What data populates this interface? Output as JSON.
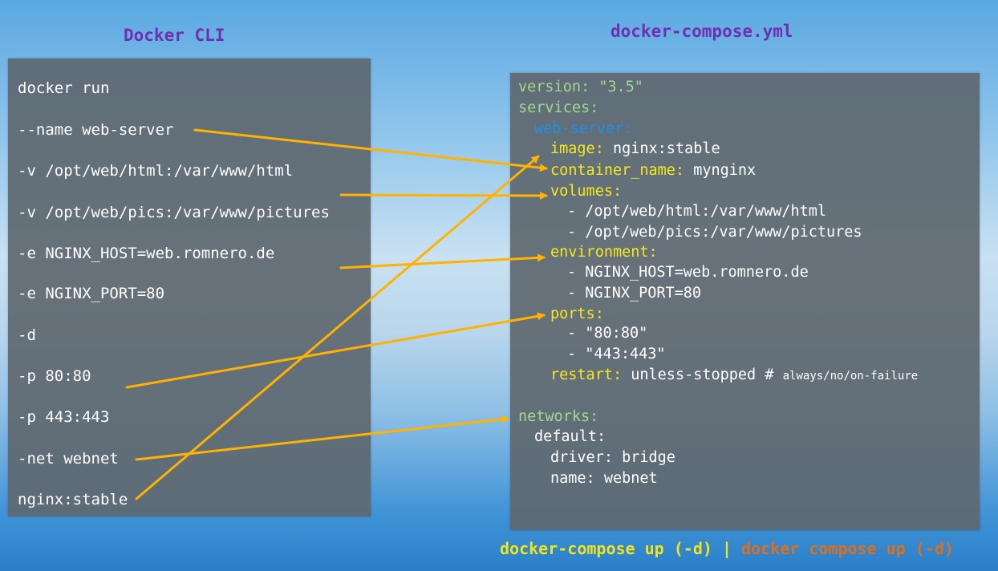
{
  "headings": {
    "cli": "Docker CLI",
    "compose": "docker-compose.yml"
  },
  "cli_lines": [
    "docker run",
    "--name web-server",
    "-v /opt/web/html:/var/www/html",
    "-v /opt/web/pics:/var/www/pictures",
    "-e NGINX_HOST=web.romnero.de",
    "-e NGINX_PORT=80",
    "-d",
    "-p 80:80",
    "-p 443:443",
    "-net webnet",
    "nginx:stable"
  ],
  "compose": {
    "version_key": "version:",
    "version_val": "\"3.5\"",
    "services_key": "services:",
    "service_name": "web-server:",
    "image_key": "image:",
    "image_val": "nginx:stable",
    "container_key": "container_name:",
    "container_val": "mynginx",
    "volumes_key": "volumes:",
    "volume_1": "- /opt/web/html:/var/www/html",
    "volume_2": "- /opt/web/pics:/var/www/pictures",
    "environment_key": "environment:",
    "env_1": "- NGINX_HOST=web.romnero.de",
    "env_2": "- NGINX_PORT=80",
    "ports_key": "ports:",
    "port_1": "- \"80:80\"",
    "port_2": "- \"443:443\"",
    "restart_key": "restart:",
    "restart_val": "unless-stopped",
    "restart_hash": "#",
    "restart_comment": "always/no/on-failure",
    "networks_key": "networks:",
    "default_key": "default:",
    "driver_line": "driver: bridge",
    "name_line": "name: webnet"
  },
  "footer": {
    "part1": "docker-compose up (-d)",
    "separator": " | ",
    "part2": "docker compose up (-d)"
  },
  "colors": {
    "arrow": "#ffb300",
    "heading": "#6f2fb0",
    "key_green": "#9ed98d",
    "key_blue": "#1f8fe3",
    "key_yellow": "#f6e91a",
    "footer_orange": "#e06f1c"
  }
}
